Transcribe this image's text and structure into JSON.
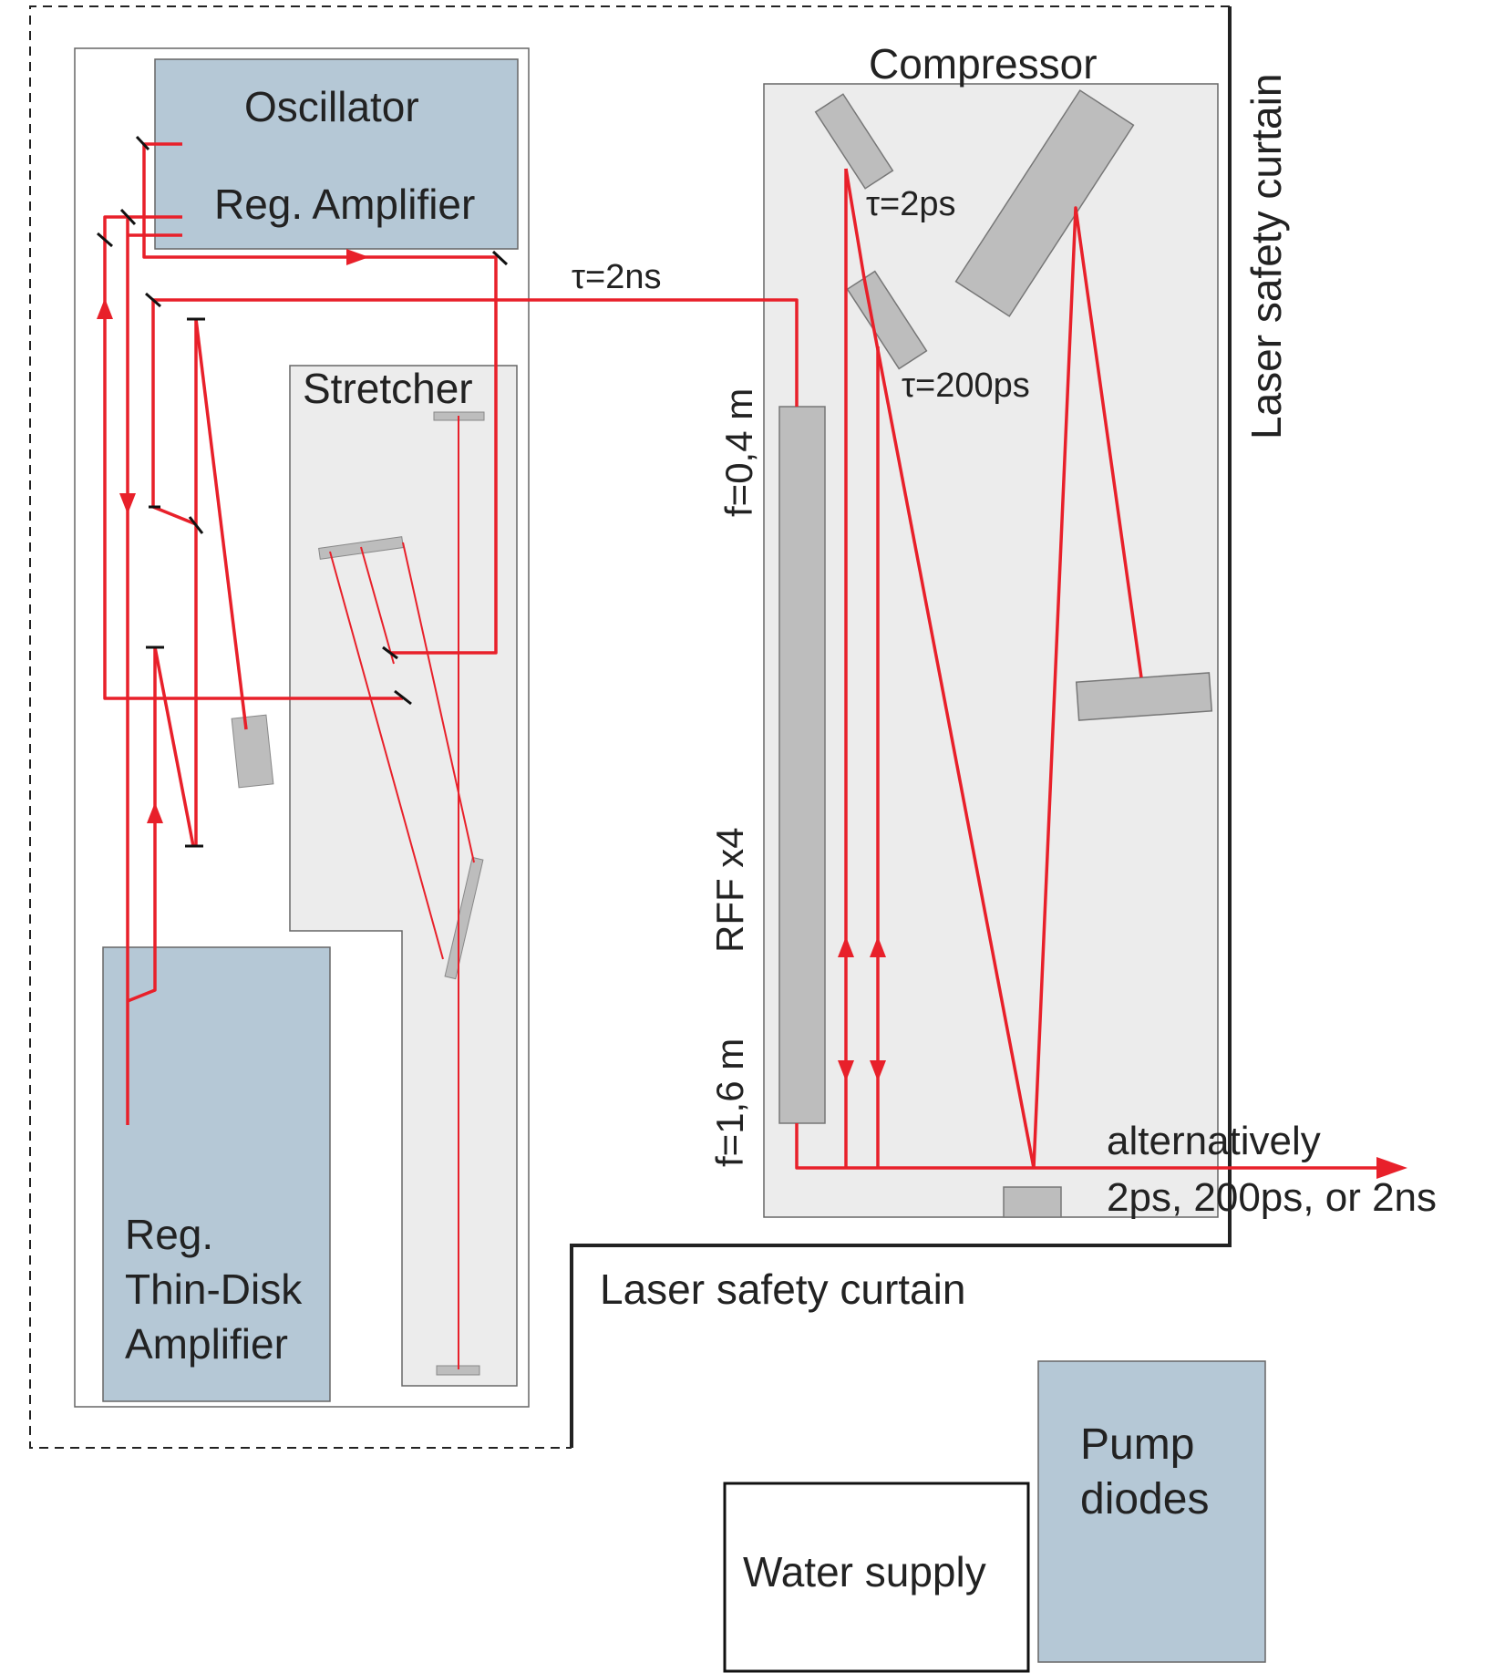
{
  "labels": {
    "oscillator": "Oscillator",
    "reg_amplifier": "Reg. Amplifier",
    "stretcher": "Stretcher",
    "thin_disk_line1": "Reg.",
    "thin_disk_line2": "Thin-Disk",
    "thin_disk_line3": "Amplifier",
    "compressor": "Compressor",
    "tau_2ns": "τ=2ns",
    "tau_2ps": "τ=2ps",
    "tau_200ps": "τ=200ps",
    "f_0_4m": "f=0,4 m",
    "rff_x4": "RFF x4",
    "f_1_6m": "f=1,6 m",
    "output_line1": "alternatively",
    "output_line2": "2ps, 200ps, or 2ns",
    "curtain_vertical": "Laser safety curtain",
    "curtain_horizontal": "Laser safety curtain",
    "pump_line1": "Pump",
    "pump_line2": "diodes",
    "water_supply": "Water supply"
  },
  "colors": {
    "beam": "#e8202a",
    "component_blue": "#b5c8d6",
    "optic_gray": "#bdbdbd",
    "table_gray": "#ececec",
    "outline": "#222222"
  }
}
